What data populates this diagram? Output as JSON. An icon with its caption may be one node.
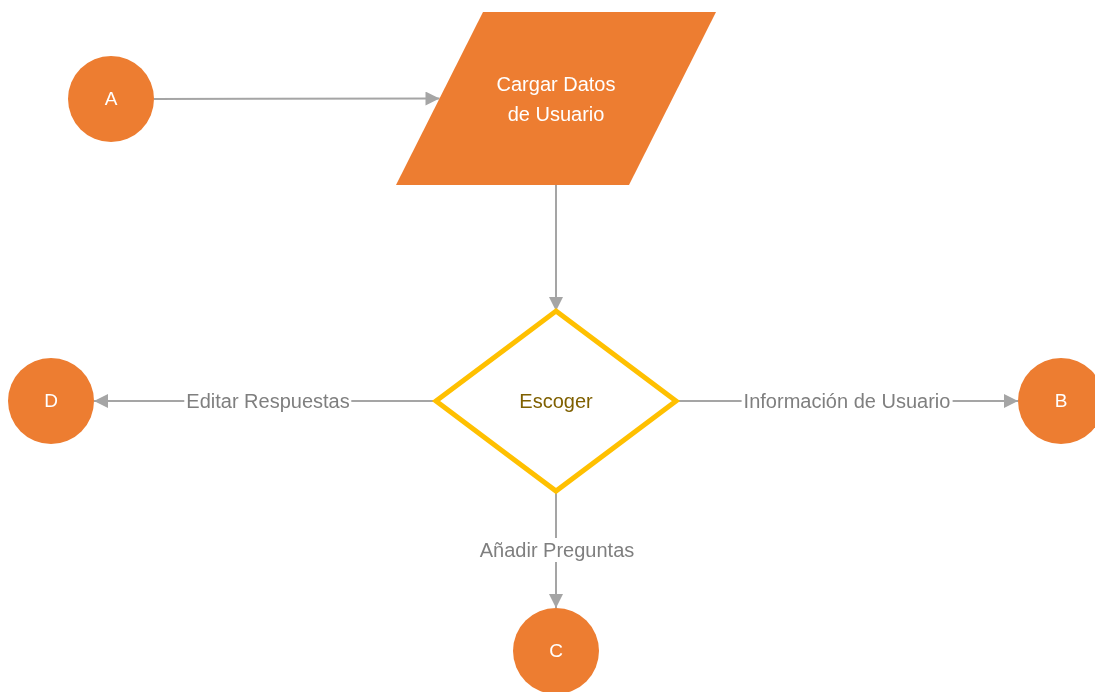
{
  "diagram": {
    "nodes": [
      {
        "text": [
          "A"
        ]
      },
      {
        "text": [
          "Cargar Datos de Usuario"
        ]
      },
      {
        "text": [
          "Escoger"
        ]
      },
      {
        "text": [
          "D"
        ]
      },
      {
        "text": [
          "B"
        ]
      },
      {
        "text": [
          "C"
        ]
      }
    ],
    "edges": [
      {
        "from": 0,
        "to": 1,
        "arrow": "to"
      },
      {
        "from": 1,
        "to": 2,
        "arrow": "to"
      },
      {
        "from": 2,
        "to": 3,
        "arrow": "to",
        "label": "Editar Respuestas"
      },
      {
        "from": 2,
        "to": 4,
        "arrow": "to",
        "label": "Información de Usuario"
      },
      {
        "from": 2,
        "to": 5,
        "arrow": "to",
        "label": "Añadir Preguntas"
      }
    ]
  }
}
